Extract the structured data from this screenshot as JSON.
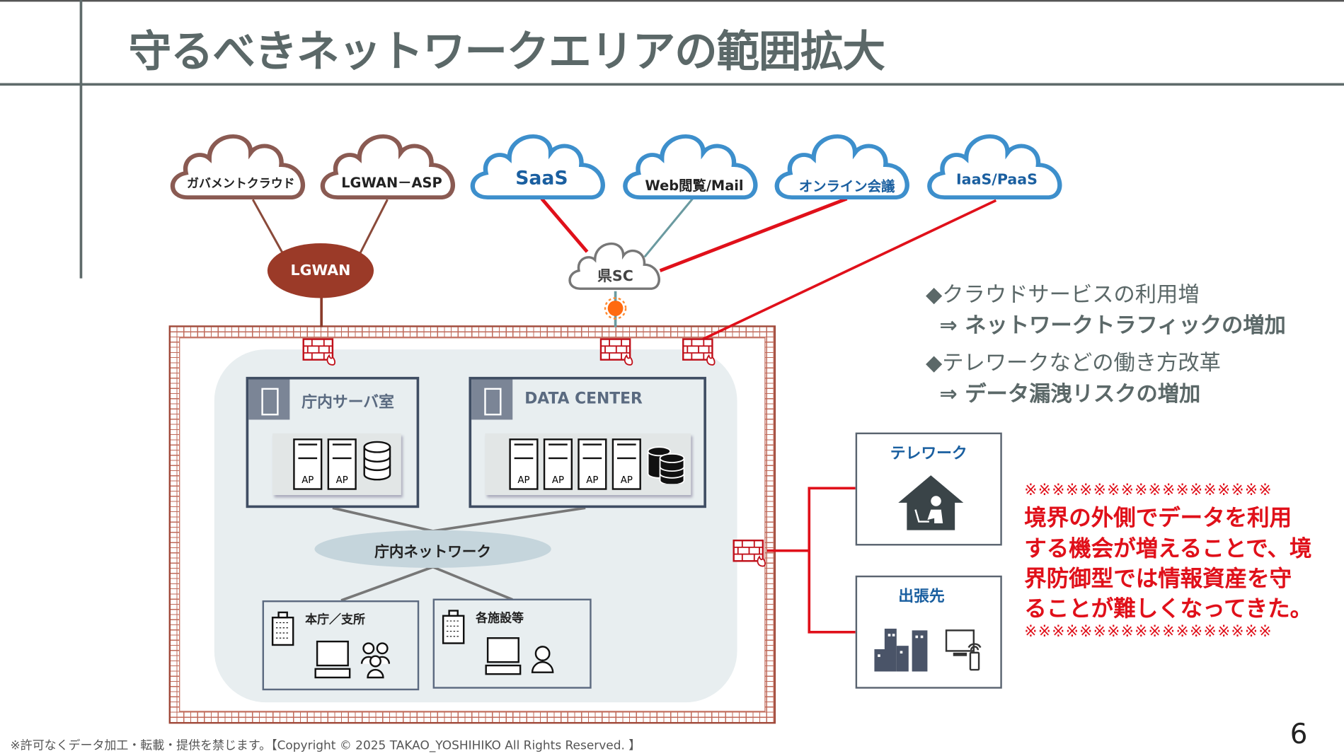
{
  "title": "守るべきネットワークエリアの範囲拡大",
  "clouds": {
    "gov": "ガバメントクラウド",
    "lgwan_asp": "LGWAN－ASP",
    "saas": "SaaS",
    "web": "Web閲覧/Mail",
    "online": "オンライン会議",
    "iaas": "IaaS/PaaS"
  },
  "hubs": {
    "lgwan": "LGWAN",
    "pref_sc": "県SC"
  },
  "server_room": {
    "label": "庁内サーバ室",
    "servers": [
      "AP",
      "AP"
    ]
  },
  "data_center": {
    "label": "DATA CENTER",
    "servers": [
      "AP",
      "AP",
      "AP",
      "AP"
    ]
  },
  "network": "庁内ネットワーク",
  "sites": {
    "main": "本庁／支所",
    "facilities": "各施設等"
  },
  "bullets": [
    {
      "point": "◆クラウドサービスの利用増",
      "result": "⇒ ネットワークトラフィックの増加"
    },
    {
      "point": "◆テレワークなどの働き方改革",
      "result": "⇒ データ漏洩リスクの増加"
    }
  ],
  "remote": {
    "telework": "テレワーク",
    "business_trip": "出張先"
  },
  "warning": {
    "kome": "※※※※※※※※※※※※※※※※※※",
    "lines": [
      "境界の外側でデータを利用",
      "する機会が増えることで、境",
      "界防御型では情報資産を守",
      "ることが難しくなってきた。"
    ]
  },
  "footer": "※許可なくデータ加工・転載・提供を禁じます。【Copyright © 2025 TAKAO_YOSHIHIKO All Rights Reserved. 】",
  "page_number": "6",
  "colors": {
    "title": "#5b6868",
    "lgwan": "#9b3a28",
    "cloud_brown": "#8a5a52",
    "cloud_blue": "#3d8fcc",
    "red": "#e0101a",
    "wall": "#a0493a"
  }
}
